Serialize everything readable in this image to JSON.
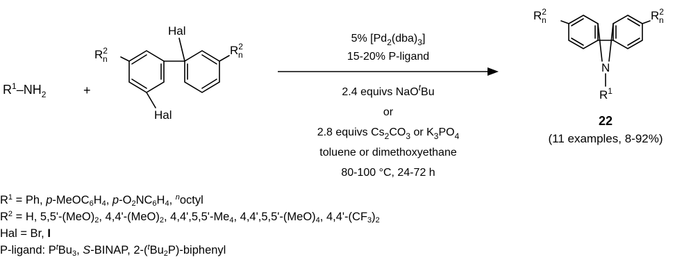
{
  "reactant_amine": {
    "R": "R",
    "sup": "1",
    "rest": "–NH",
    "sub": "2"
  },
  "plus": "+",
  "biphenyl": {
    "hal_top": "Hal",
    "hal_bottom": "Hal",
    "left_sub": {
      "R": "R",
      "sup": "2",
      "sub": "n"
    },
    "right_sub": {
      "R": "R",
      "sup": "2",
      "sub": "n"
    }
  },
  "conditions": {
    "above": [
      {
        "parts": [
          {
            "t": "5% [Pd"
          },
          {
            "t": "2",
            "s": "sub"
          },
          {
            "t": "(dba)"
          },
          {
            "t": "3",
            "s": "sub"
          },
          {
            "t": "]"
          }
        ]
      },
      {
        "parts": [
          {
            "t": "15-20% P-ligand"
          }
        ]
      }
    ],
    "below": [
      {
        "parts": [
          {
            "t": "2.4 equivs NaO"
          },
          {
            "t": "t",
            "s": "sup-i"
          },
          {
            "t": "Bu"
          }
        ]
      },
      {
        "parts": [
          {
            "t": "or"
          }
        ]
      },
      {
        "parts": [
          {
            "t": "2.8 equivs Cs"
          },
          {
            "t": "2",
            "s": "sub"
          },
          {
            "t": "CO"
          },
          {
            "t": "3",
            "s": "sub"
          },
          {
            "t": " or K"
          },
          {
            "t": "3",
            "s": "sub"
          },
          {
            "t": "PO"
          },
          {
            "t": "4",
            "s": "sub"
          }
        ]
      },
      {
        "parts": [
          {
            "t": "toluene or dimethoxyethane"
          }
        ]
      },
      {
        "parts": [
          {
            "t": "80-100 °C, 24-72 h"
          }
        ]
      }
    ]
  },
  "product": {
    "left_sub": {
      "R": "R",
      "sup": "2",
      "sub": "n"
    },
    "right_sub": {
      "R": "R",
      "sup": "2",
      "sub": "n"
    },
    "N": "N",
    "N_sub": {
      "R": "R",
      "sup": "1"
    },
    "number": "22",
    "note": "(11 examples, 8-92%)"
  },
  "notes": [
    [
      {
        "t": "R"
      },
      {
        "t": "1",
        "s": "sup"
      },
      {
        "t": " = Ph, "
      },
      {
        "t": "p",
        "s": "i"
      },
      {
        "t": "-MeOC"
      },
      {
        "t": "6",
        "s": "sub"
      },
      {
        "t": "H"
      },
      {
        "t": "4",
        "s": "sub"
      },
      {
        "t": ", "
      },
      {
        "t": "p",
        "s": "i"
      },
      {
        "t": "-O"
      },
      {
        "t": "2",
        "s": "sub"
      },
      {
        "t": "NC"
      },
      {
        "t": "6",
        "s": "sub"
      },
      {
        "t": "H"
      },
      {
        "t": "4",
        "s": "sub"
      },
      {
        "t": ", "
      },
      {
        "t": "n",
        "s": "sup-i"
      },
      {
        "t": "octyl"
      }
    ],
    [
      {
        "t": "R"
      },
      {
        "t": "2",
        "s": "sup"
      },
      {
        "t": " = H, 5,5'-(MeO)"
      },
      {
        "t": "2",
        "s": "sub"
      },
      {
        "t": ", 4,4'-(MeO)"
      },
      {
        "t": "2",
        "s": "sub"
      },
      {
        "t": ", 4,4',5,5'-Me"
      },
      {
        "t": "4",
        "s": "sub"
      },
      {
        "t": ", 4,4',5,5'-(MeO)"
      },
      {
        "t": "4",
        "s": "sub"
      },
      {
        "t": ", 4,4'-(CF"
      },
      {
        "t": "3",
        "s": "sub"
      },
      {
        "t": ")"
      },
      {
        "t": "2",
        "s": "sub"
      }
    ],
    [
      {
        "t": "Hal = Br, "
      },
      {
        "t": "I",
        "s": "b"
      }
    ],
    [
      {
        "t": "P-ligand: P"
      },
      {
        "t": "t",
        "s": "sup-i"
      },
      {
        "t": "Bu"
      },
      {
        "t": "3",
        "s": "sub"
      },
      {
        "t": ", "
      },
      {
        "t": "S",
        "s": "i"
      },
      {
        "t": "-BINAP, 2-("
      },
      {
        "t": "t",
        "s": "sup-i"
      },
      {
        "t": "Bu"
      },
      {
        "t": "2",
        "s": "sub"
      },
      {
        "t": "P)-biphenyl"
      }
    ]
  ]
}
